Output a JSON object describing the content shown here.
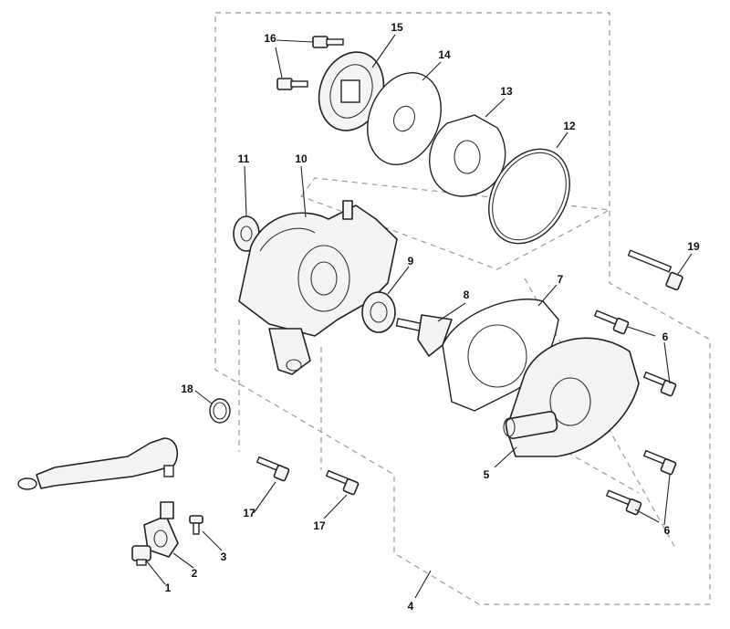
{
  "diagram": {
    "callouts": [
      "1",
      "2",
      "3",
      "4",
      "5",
      "6",
      "6",
      "7",
      "8",
      "9",
      "10",
      "11",
      "12",
      "13",
      "14",
      "15",
      "16",
      "17",
      "17",
      "18",
      "19"
    ]
  },
  "colors": {
    "line": "#222222",
    "fill": "#f4f4f4",
    "dashed_boundary": "#9a9a9a",
    "background": "#ffffff"
  }
}
